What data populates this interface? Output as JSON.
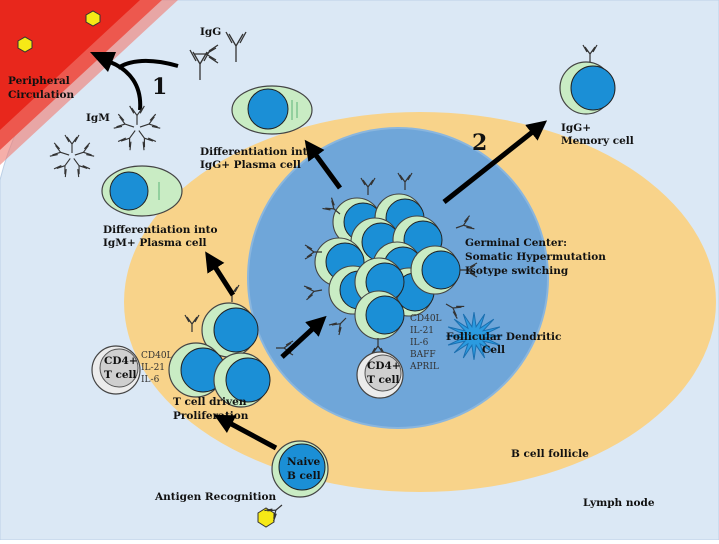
{
  "colors": {
    "lymph_node": "#dbe8f5",
    "follicle": "#f8d38a",
    "germinal_center": "#6fa6d9",
    "vessel": "#e8271c",
    "b_cell_nucleus": "#1b8fd6",
    "b_cell_body": "#c9ecc4",
    "t_cell": "#cfcfcf",
    "antigen": "#f6e916",
    "fdc": "#2b9be0",
    "arrow": "#000000"
  },
  "labels": {
    "peripheral_line1": "Peripheral",
    "peripheral_line2": "Circulation",
    "igg": "IgG",
    "igm": "IgM",
    "step1": "1",
    "step2": "2",
    "igg_plasma_line1": "Differentiation into",
    "igg_plasma_line2": "IgG+ Plasma cell",
    "igm_plasma_line1": "Differentiation into",
    "igm_plasma_line2": "IgM+ Plasma cell",
    "memory_line1": "IgG+",
    "memory_line2": "Memory cell",
    "gc_line1": "Germinal Center:",
    "gc_line2": "Somatic Hypermutation",
    "gc_line3": "Isotype switching",
    "fdc_line1": "Follicular Dendritic",
    "fdc_line2": "Cell",
    "cd4_line1": "CD4+",
    "cd4_line2": "T cell",
    "tcell_driven_line1": "T cell driven",
    "tcell_driven_line2": "Proliferation",
    "naive_line1": "Naive",
    "naive_line2": "B cell",
    "antigen_recognition": "Antigen Recognition",
    "b_cell_follicle": "B cell follicle",
    "lymph_node": "Lymph node"
  },
  "cytokines_left": [
    "CD40L",
    "IL-21",
    "IL-6"
  ],
  "cytokines_gc": [
    "CD40L",
    "IL-21",
    "IL-6",
    "BAFF",
    "APRIL"
  ]
}
